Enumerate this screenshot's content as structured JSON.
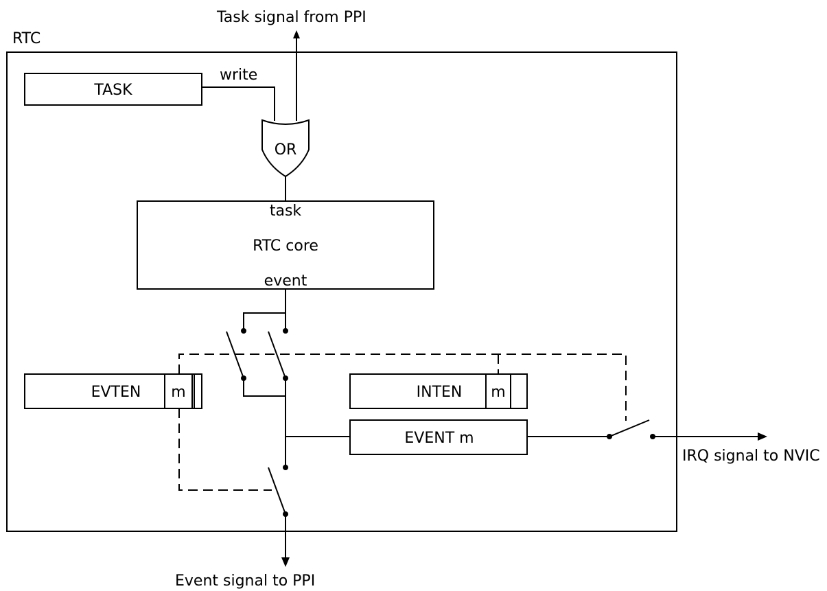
{
  "diagram": {
    "module_label": "RTC",
    "top_signal": "Task signal from PPI",
    "task_register": "TASK",
    "write_label": "write",
    "or_gate": "OR",
    "core": {
      "task_label": "task",
      "name": "RTC core",
      "event_label": "event"
    },
    "evten_register": {
      "name": "EVTEN",
      "bit": "m"
    },
    "inten_register": {
      "name": "INTEN",
      "bit": "m"
    },
    "event_register": "EVENT m",
    "irq_output": "IRQ signal to NVIC",
    "event_output": "Event signal to PPI"
  }
}
